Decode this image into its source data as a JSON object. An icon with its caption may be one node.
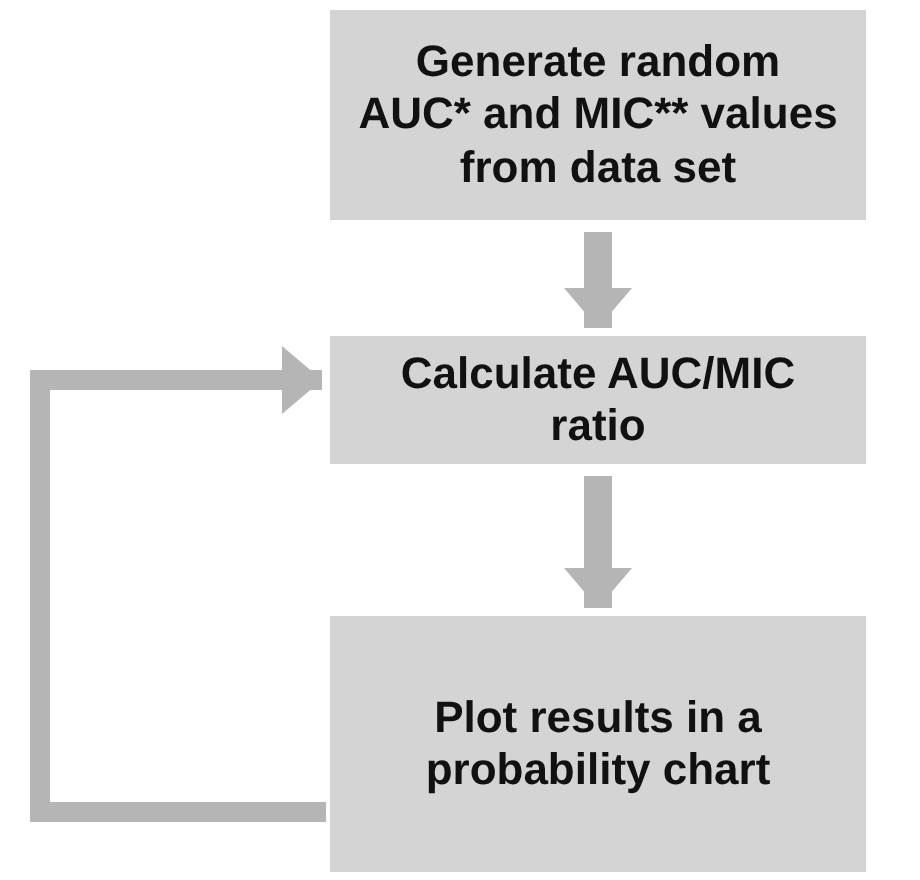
{
  "diagram": {
    "nodes": [
      {
        "text": [
          "Generate random AUC* and MIC** values from data set"
        ]
      },
      {
        "text": [
          "Calculate AUC/MIC ratio"
        ]
      },
      {
        "text": [
          "Plot results in a probability chart"
        ]
      }
    ],
    "edges": [
      {
        "from": 0,
        "to": 1,
        "arrow": "to"
      },
      {
        "from": 1,
        "to": 2,
        "arrow": "to"
      },
      {
        "from": 2,
        "to": 1,
        "arrow": "to"
      }
    ]
  }
}
